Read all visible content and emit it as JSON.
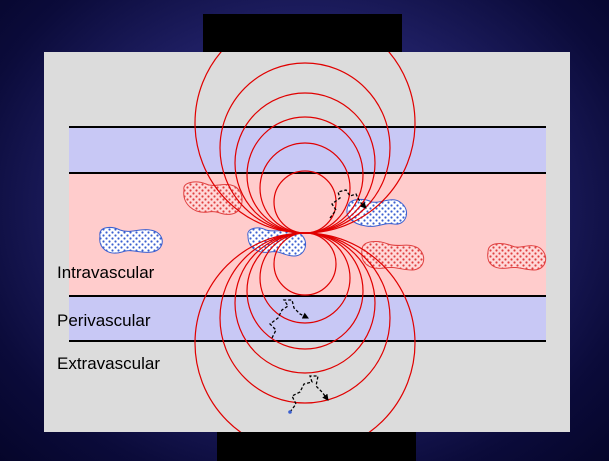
{
  "labels": {
    "intravascular": "Intravascular",
    "perivascular": "Perivascular",
    "extravascular": "Extravascular"
  },
  "colors": {
    "panel": "#dcdcdc",
    "vessel_wall": "#c8c8f5",
    "lumen": "#ffcccc",
    "field_lines": "#e00000",
    "blue_cell": "#3a5fd0",
    "red_cell": "#e04040"
  }
}
